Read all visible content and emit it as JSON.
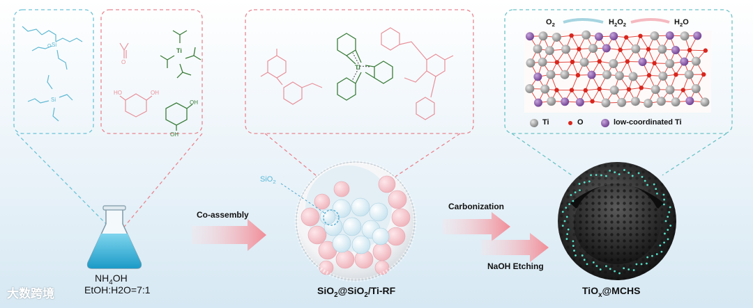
{
  "flask": {
    "reagent": "NH4OH",
    "ratio": "EtOH:H2O=7:1"
  },
  "step1": {
    "label": "Co-assembly"
  },
  "step2": {
    "label_top": "Carbonization",
    "label_bottom": "NaOH Etching"
  },
  "sphere1": {
    "name": "SiO2@SiO2/Ti-RF",
    "sio2_tag": "SiO2"
  },
  "sphere2": {
    "name": "TiOx@MCHS"
  },
  "lattice": {
    "o2": "O2",
    "h2o2": "H2O2",
    "h2o": "H2O",
    "legend": [
      "Ti",
      "O",
      "low-coordinated Ti"
    ]
  },
  "molecules": {
    "ti_label_1": "Ti",
    "si_label": "Si",
    "ti_label_2": "Ti"
  },
  "watermark": "大数跨境",
  "colors": {
    "pink": "#e8909a",
    "teal": "#6cc3c6",
    "green": "#3a7d3a",
    "ti": "#8f8f8f",
    "o": "#d8261d",
    "lowTi": "#8c5ba8"
  }
}
